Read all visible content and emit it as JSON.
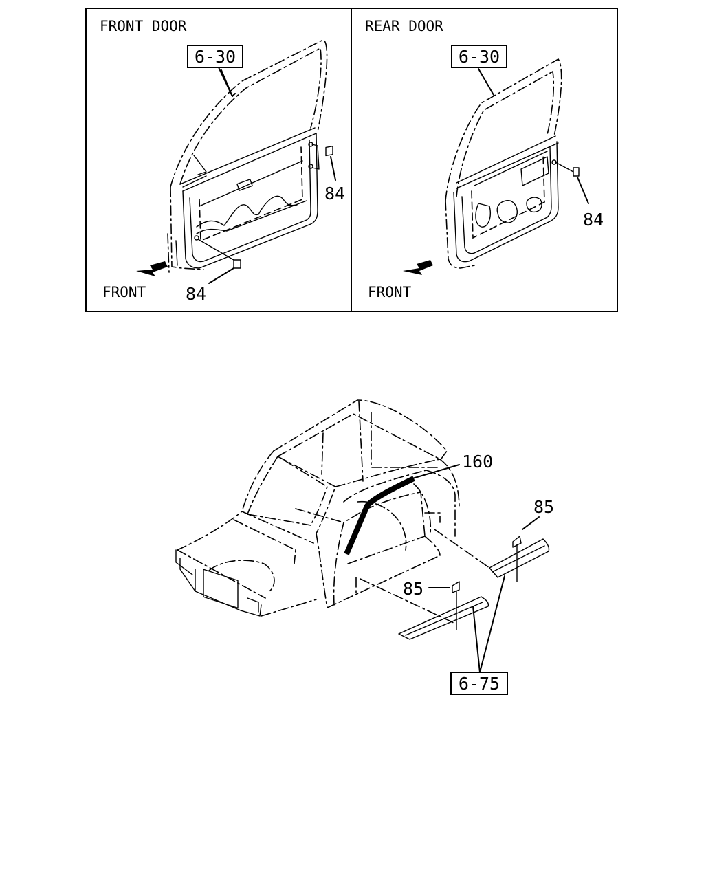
{
  "front_panel": {
    "title": "FRONT DOOR",
    "ref_box": "6-30",
    "callout_upper": "84",
    "callout_lower": "84",
    "direction": "FRONT"
  },
  "rear_panel": {
    "title": "REAR DOOR",
    "ref_box": "6-30",
    "callout": "84",
    "direction": "FRONT"
  },
  "body_diagram": {
    "callout_160": "160",
    "callout_85_right": "85",
    "callout_85_left": "85",
    "ref_box": "6-75"
  },
  "icons": [
    "front-arrow-icon",
    "front-arrow-icon"
  ]
}
